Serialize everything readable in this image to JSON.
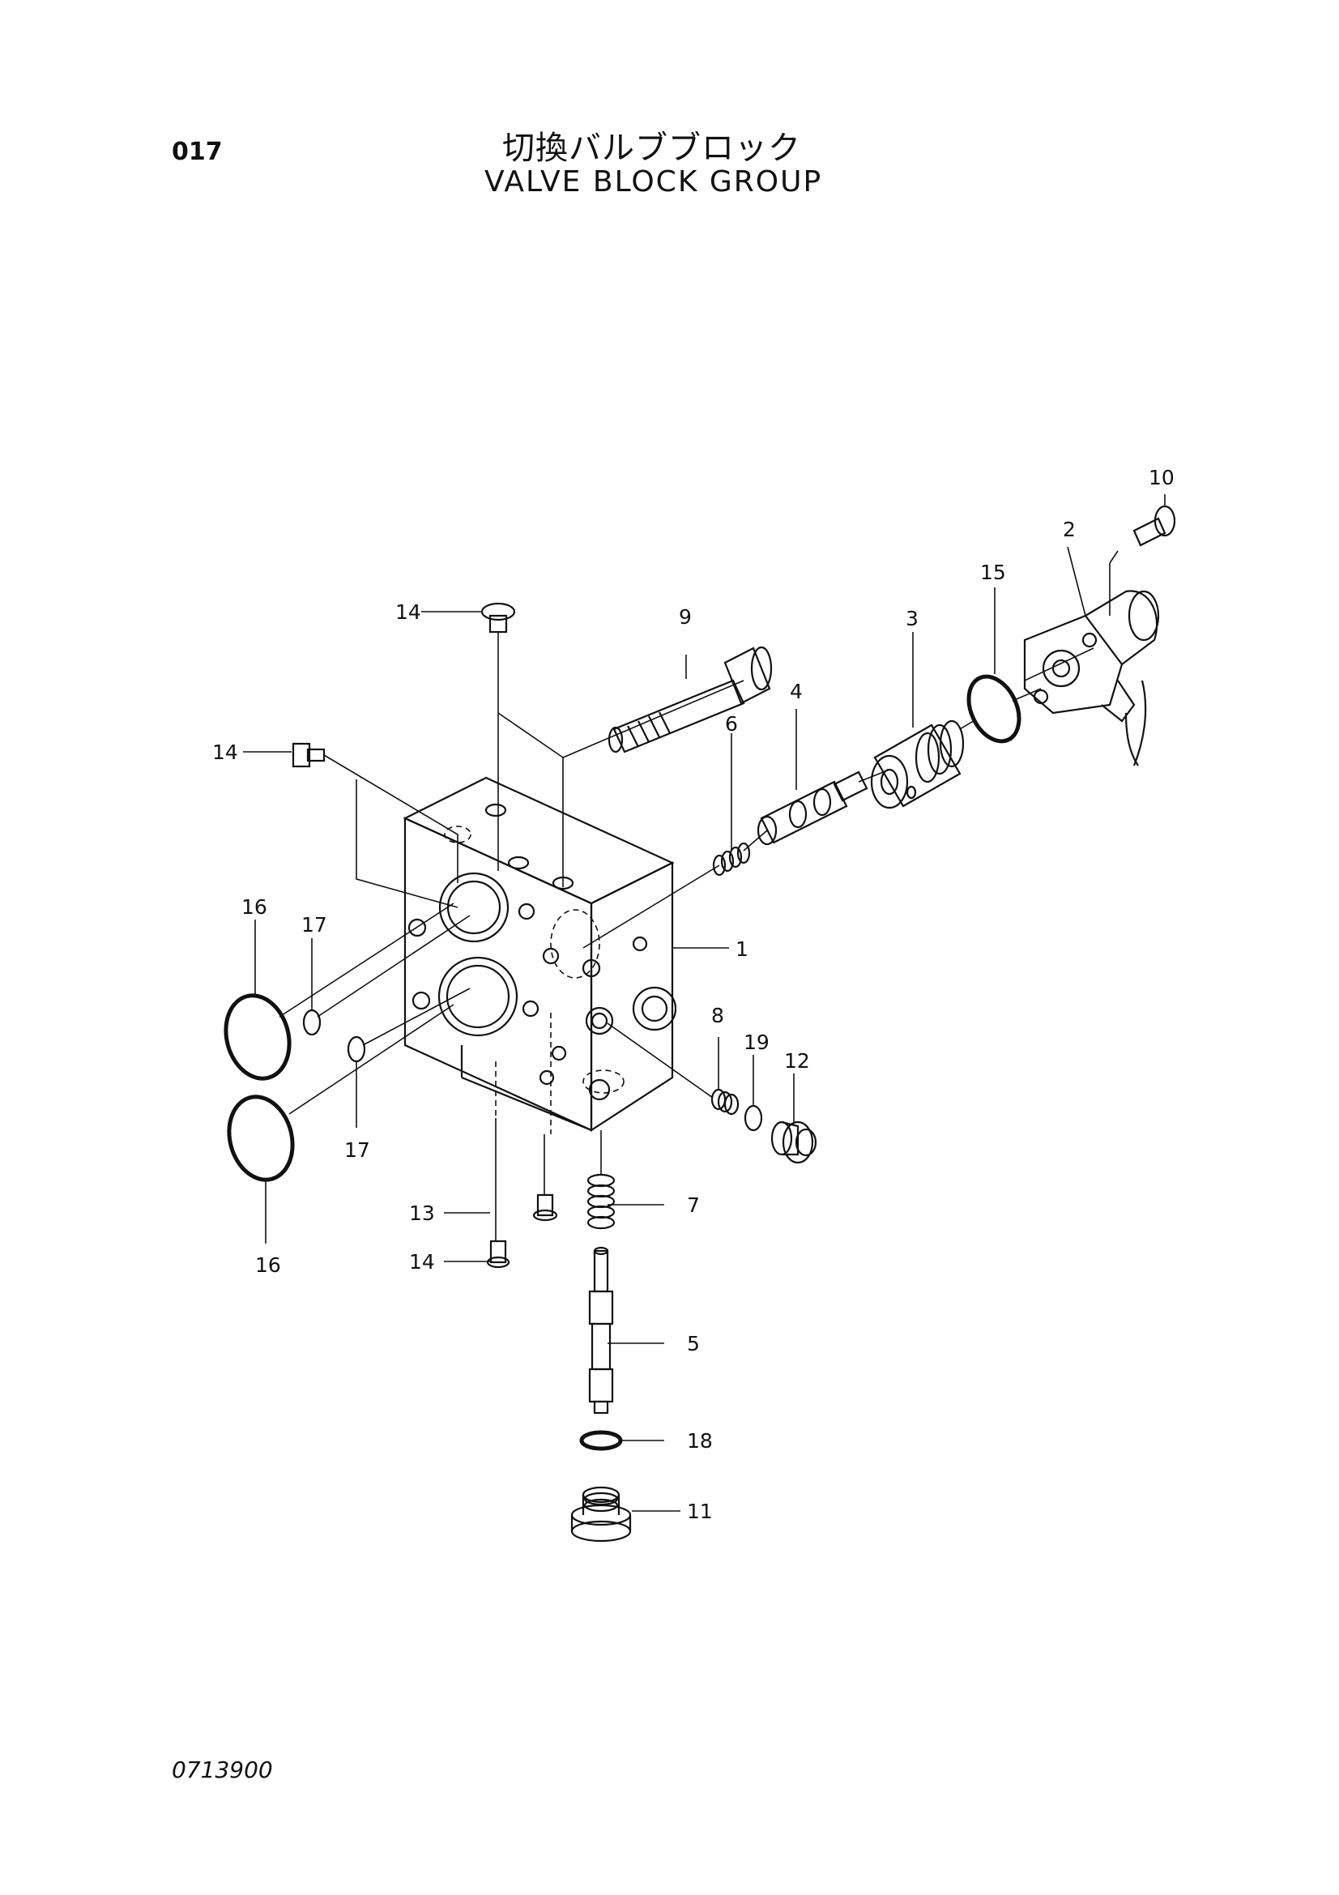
{
  "header": {
    "page_number": "017",
    "title_jp": "切換バルブブロック",
    "title_en": "VALVE BLOCK GROUP"
  },
  "footer": {
    "drawing_number": "0713900"
  },
  "callouts": {
    "c1": "1",
    "c2": "2",
    "c3": "3",
    "c4": "4",
    "c5": "5",
    "c6": "6",
    "c7": "7",
    "c8": "8",
    "c9": "9",
    "c10": "10",
    "c11": "11",
    "c12": "12",
    "c13": "13",
    "c14a": "14",
    "c14b": "14",
    "c14c": "14",
    "c15": "15",
    "c16a": "16",
    "c16b": "16",
    "c17a": "17",
    "c17b": "17",
    "c18": "18",
    "c19": "19"
  }
}
